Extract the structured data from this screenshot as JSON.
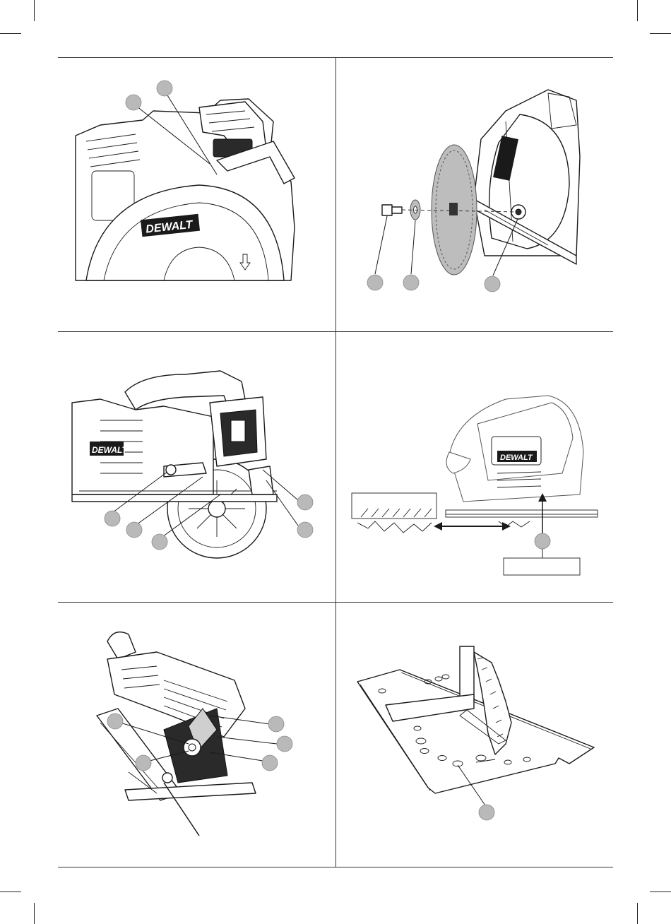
{
  "brand": {
    "logo_text": "DEWALT"
  },
  "figures": [
    {
      "id": "fig-1",
      "callouts": [
        {
          "label": ""
        },
        {
          "label": ""
        }
      ]
    },
    {
      "id": "fig-2",
      "callouts": [
        {
          "label": ""
        },
        {
          "label": ""
        },
        {
          "label": ""
        }
      ]
    },
    {
      "id": "fig-3",
      "callouts": [
        {
          "label": ""
        },
        {
          "label": ""
        },
        {
          "label": ""
        },
        {
          "label": ""
        },
        {
          "label": ""
        }
      ]
    },
    {
      "id": "fig-4",
      "callouts": [
        {
          "label": ""
        }
      ],
      "label_box": ""
    },
    {
      "id": "fig-5",
      "callouts": [
        {
          "label": ""
        },
        {
          "label": ""
        },
        {
          "label": ""
        },
        {
          "label": ""
        },
        {
          "label": ""
        }
      ]
    },
    {
      "id": "fig-6",
      "callouts": [
        {
          "label": ""
        }
      ]
    }
  ]
}
